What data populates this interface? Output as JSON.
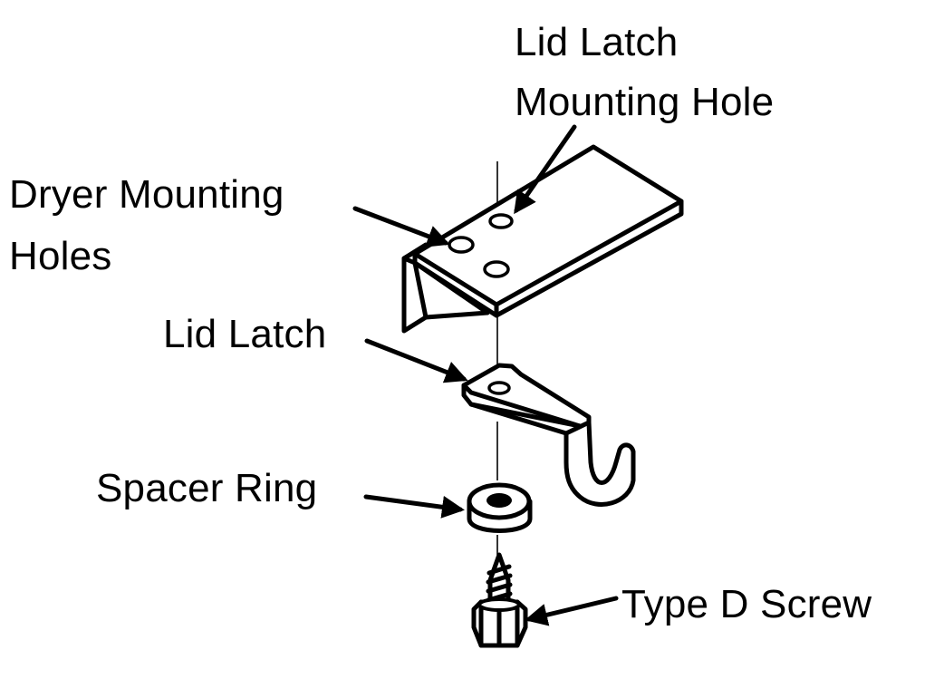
{
  "labels": {
    "lid_latch_mounting_hole_line1": "Lid Latch",
    "lid_latch_mounting_hole_line2": "Mounting Hole",
    "dryer_mounting_holes_line1": "Dryer Mounting",
    "dryer_mounting_holes_line2": "Holes",
    "lid_latch": "Lid Latch",
    "spacer_ring": "Spacer Ring",
    "type_d_screw": "Type D Screw"
  }
}
